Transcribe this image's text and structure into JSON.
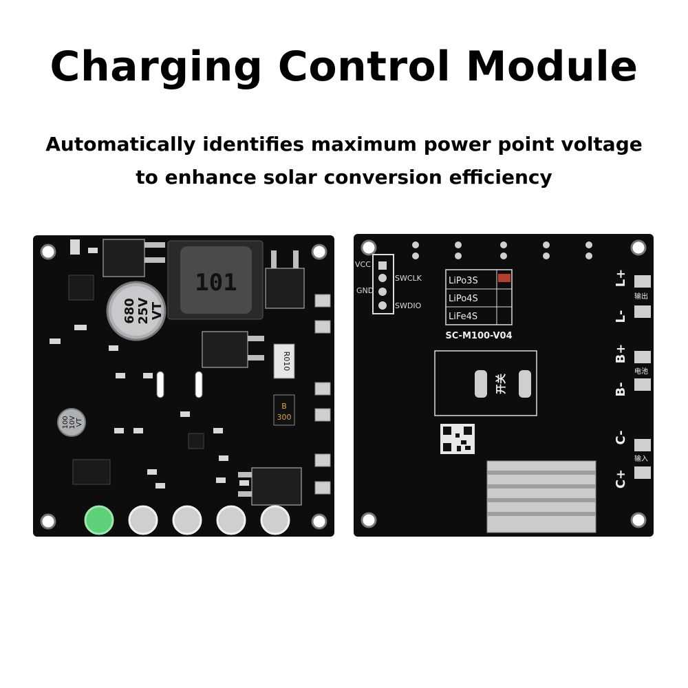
{
  "header": {
    "title": "Charging Control Module",
    "subtitle_line1": "Automatically identifies maximum power point voltage",
    "subtitle_line2": "to enhance solar conversion efficiency"
  },
  "front_board": {
    "inductor_label": "101",
    "capacitor_main": [
      "680",
      "25V",
      "VT"
    ],
    "capacitor_small": [
      "100",
      "10V",
      "VT"
    ],
    "resistor_label": "R010",
    "small_chip_labels": [
      "B",
      "300"
    ]
  },
  "back_board": {
    "debug_pins": [
      "VCC",
      "GND",
      "SWCLK",
      "SWDIO"
    ],
    "battery_types": [
      "LiPo3S",
      "LiPo4S",
      "LiFe4S"
    ],
    "model": "SC-M100-V04",
    "switch_label": "开关",
    "terminals": [
      {
        "signs": [
          "L+",
          "L-"
        ],
        "cn": "输出"
      },
      {
        "signs": [
          "B+",
          "B-"
        ],
        "cn": "电池"
      },
      {
        "signs": [
          "C-",
          "C+"
        ],
        "cn": "输入"
      }
    ]
  },
  "colors": {
    "pcb": "#0d0d0d",
    "led_green": "#5fd07a",
    "heatsink": "#c9cbcd"
  }
}
